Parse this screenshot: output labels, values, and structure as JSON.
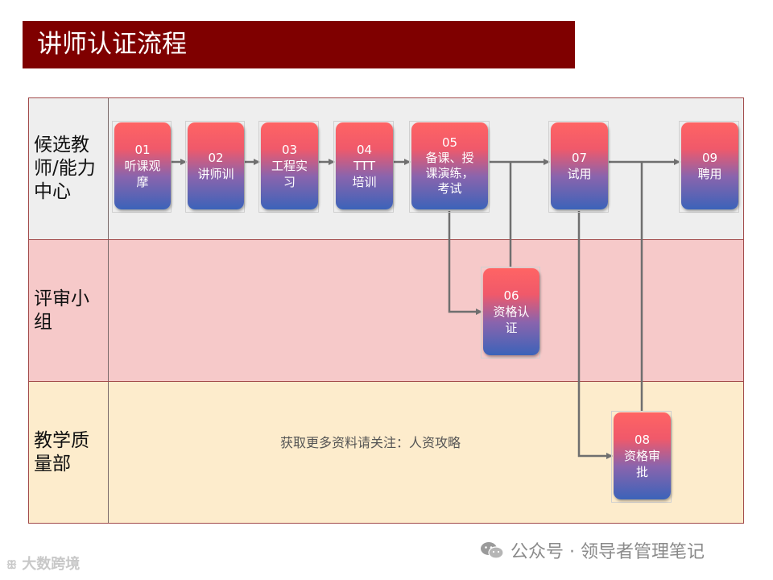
{
  "title": "讲师认证流程",
  "lanes": [
    {
      "label": "候选教师/能力中心",
      "color": "#eeeeee"
    },
    {
      "label": "评审小组",
      "color": "#f6c9c9"
    },
    {
      "label": "教学质量部",
      "color": "#fdeccc"
    }
  ],
  "steps": [
    {
      "num": "01",
      "label": "听课观摩"
    },
    {
      "num": "02",
      "label": "讲师训"
    },
    {
      "num": "03",
      "label": "工程实习"
    },
    {
      "num": "04",
      "label": "TTT培训"
    },
    {
      "num": "05",
      "label": "备课、授课演练，考试"
    },
    {
      "num": "06",
      "label": "资格认证"
    },
    {
      "num": "07",
      "label": "试用"
    },
    {
      "num": "08",
      "label": "资格审批"
    },
    {
      "num": "09",
      "label": "聘用"
    }
  ],
  "watermark": "获取更多资料请关注：人资攻略",
  "footer": {
    "icon": "wechat-icon",
    "text": "公众号 · 领导者管理笔记"
  },
  "logo": "大数跨境"
}
